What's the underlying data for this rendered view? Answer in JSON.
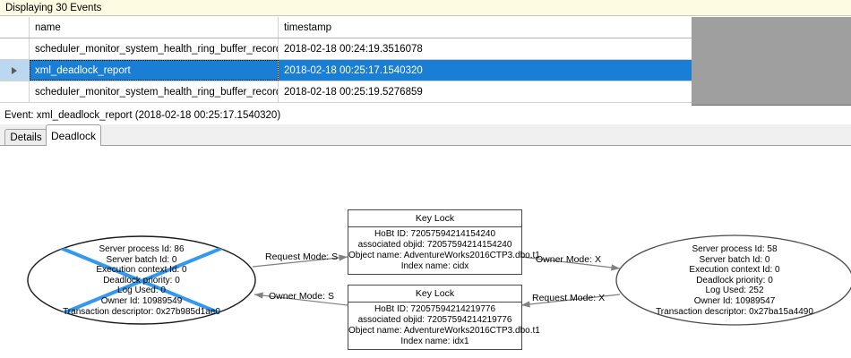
{
  "banner": {
    "text": "Displaying 30 Events"
  },
  "grid": {
    "columns": [
      "name",
      "timestamp"
    ],
    "rows": [
      {
        "selected": false,
        "marker": "",
        "name": "scheduler_monitor_system_health_ring_buffer_recorded",
        "timestamp": "2018-02-18 00:24:19.3516078"
      },
      {
        "selected": true,
        "marker": "row-selector-triangle",
        "name": "xml_deadlock_report",
        "timestamp": "2018-02-18 00:25:17.1540320"
      },
      {
        "selected": false,
        "marker": "",
        "name": "scheduler_monitor_system_health_ring_buffer_recorded",
        "timestamp": "2018-02-18 00:25:19.5276859"
      }
    ],
    "selection_color": "#1a7fd4"
  },
  "event_caption": {
    "text": "Event: xml_deadlock_report (2018-02-18 00:25:17.1540320)"
  },
  "tabs": [
    {
      "label": "Details",
      "active": false
    },
    {
      "label": "Deadlock",
      "active": true
    }
  ],
  "deadlock_graph": {
    "victim_marker_color": "#3399ee",
    "processes": [
      {
        "id": "left-process",
        "victim": true,
        "lines": [
          "Server process Id: 86",
          "Server batch Id: 0",
          "Execution context Id: 0",
          "Deadlock priority: 0",
          "Log Used: 0",
          "Owner Id: 10989549",
          "Transaction descriptor: 0x27b985d1ae0"
        ]
      },
      {
        "id": "right-process",
        "victim": false,
        "lines": [
          "Server process Id: 58",
          "Server batch Id: 0",
          "Execution context Id: 0",
          "Deadlock priority: 0",
          "Log Used: 252",
          "Owner Id: 10989547",
          "Transaction descriptor: 0x27ba15a4490"
        ]
      }
    ],
    "resources": [
      {
        "id": "top-key-lock",
        "title": "Key Lock",
        "lines": [
          "HoBt ID: 72057594214154240",
          "associated objid: 72057594214154240",
          "Object name: AdventureWorks2016CTP3.dbo.t1",
          "Index name: cidx"
        ]
      },
      {
        "id": "bottom-key-lock",
        "title": "Key Lock",
        "lines": [
          "HoBt ID: 72057594214219776",
          "associated objid: 72057594214219776",
          "Object name: AdventureWorks2016CTP3.dbo.t1",
          "Index name: idx1"
        ]
      }
    ],
    "edges": [
      {
        "id": "left-request-top",
        "label": "Request Mode: S"
      },
      {
        "id": "bottom-owner-left",
        "label": "Owner Mode: S"
      },
      {
        "id": "top-owner-right",
        "label": "Owner Mode: X"
      },
      {
        "id": "right-request-bottom",
        "label": "Request Mode: X"
      }
    ]
  }
}
